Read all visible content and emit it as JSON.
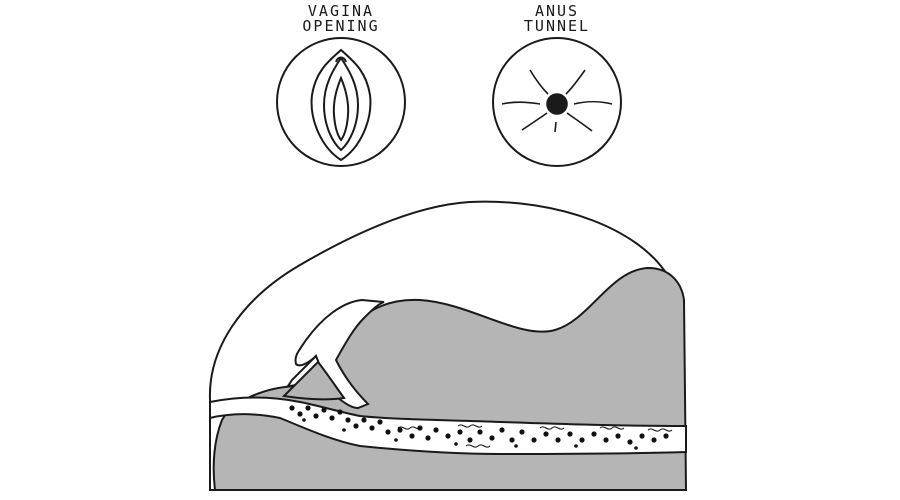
{
  "labels": {
    "vagina": {
      "line1": "VAGINA",
      "line2": "OPENING"
    },
    "anus": {
      "line1": "ANUS",
      "line2": "TUNNEL"
    }
  },
  "colors": {
    "stroke": "#1a1a1a",
    "shell": "#ffffff",
    "body": "#b5b5b5",
    "tunnel": "#ffffff",
    "texture": "#111111"
  },
  "icons": [
    "vagina-opening-icon",
    "anus-tunnel-icon"
  ]
}
